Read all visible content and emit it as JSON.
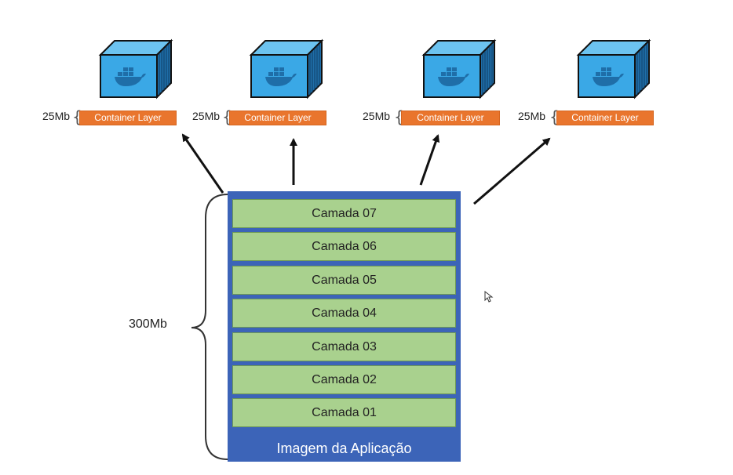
{
  "containers": [
    {
      "size": "25Mb",
      "layer_label": "Container Layer"
    },
    {
      "size": "25Mb",
      "layer_label": "Container Layer"
    },
    {
      "size": "25Mb",
      "layer_label": "Container Layer"
    },
    {
      "size": "25Mb",
      "layer_label": "Container Layer"
    }
  ],
  "image": {
    "title": "Imagem da Aplicação",
    "total_size": "300Mb",
    "layers": [
      "Camada 07",
      "Camada 06",
      "Camada 05",
      "Camada 04",
      "Camada 03",
      "Camada 02",
      "Camada 01"
    ]
  },
  "colors": {
    "container_layer": "#e9752d",
    "image_background": "#3c64b8",
    "layer_fill": "#a9d18e",
    "cube_face": "#3aa8e6"
  },
  "icons": {
    "container_cube": "docker-container-cube-icon",
    "docker_whale": "docker-whale-icon"
  }
}
